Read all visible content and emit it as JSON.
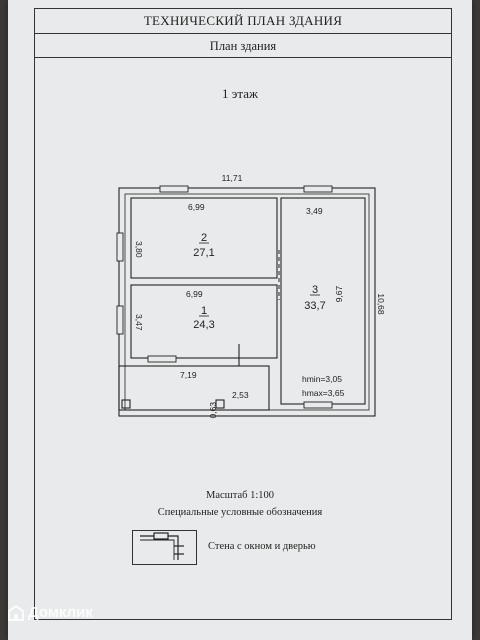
{
  "document": {
    "title": "ТЕХНИЧЕСКИЙ ПЛАН ЗДАНИЯ",
    "subtitle": "План здания",
    "floor": "1 этаж",
    "scale": "Масштаб 1:100",
    "legend_title": "Специальные условные обозначения",
    "legend_text": "Стена с окном и дверью"
  },
  "plan": {
    "overall_width": "11,71",
    "overall_depth": "10,68",
    "rooms": [
      {
        "number": "2",
        "area": "27,1",
        "width": "6,99",
        "depth": "3,80"
      },
      {
        "number": "1",
        "area": "24,3",
        "width": "6,99",
        "depth": "3,47"
      },
      {
        "number": "3",
        "area": "33,7",
        "width": "3,49",
        "depth": "9,67"
      }
    ],
    "porch": {
      "width": "7,19",
      "inner_width": "2,53",
      "step": "0,63"
    },
    "heights": {
      "hmin": "hmin=3,05",
      "hmax": "hmax=3,65"
    }
  },
  "watermark": {
    "brand": "Домклик",
    "icon": "domclick-logo-icon"
  }
}
